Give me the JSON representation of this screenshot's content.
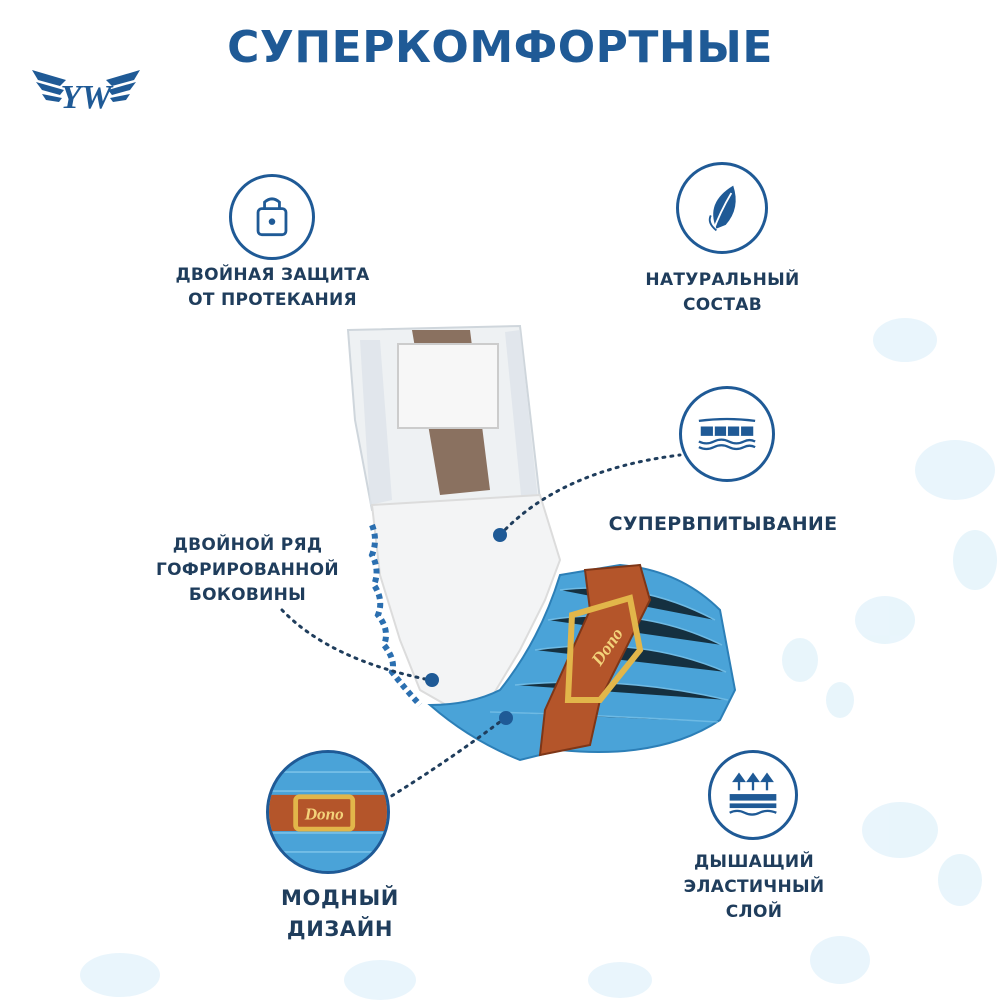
{
  "title": "СУПЕРКОМФОРТНЫЕ",
  "logo": {
    "text": "YW",
    "icon": "winged-logo-icon"
  },
  "features": {
    "leak": {
      "line1": "ДВОЙНАЯ ЗАЩИТА",
      "line2": "ОТ ПРОТЕКАНИЯ",
      "icon": "lock-icon"
    },
    "natural": {
      "line1": "НАТУРАЛЬНЫЙ",
      "line2": "СОСТАВ",
      "icon": "leaf-icon"
    },
    "absorb": {
      "line1": "СУПЕРВПИТЫВАНИЕ",
      "icon": "absorbent-layer-icon"
    },
    "ruffle": {
      "line1": "ДВОЙНОЙ РЯД",
      "line2": "ГОФРИРОВАННОЙ",
      "line3": "БОКОВИНЫ"
    },
    "design": {
      "line1": "МОДНЫЙ",
      "line2": "ДИЗАЙН",
      "thumb_text": "Dono"
    },
    "breath": {
      "line1": "ДЫШАЩИЙ",
      "line2": "ЭЛАСТИЧНЫЙ",
      "line3": "СЛОЙ",
      "icon": "breathable-layer-icon"
    }
  },
  "product": {
    "belt_text": "Dono"
  },
  "colors": {
    "primary": "#1f5a96",
    "text": "#1f3d5c",
    "denim": "#4aa3d8",
    "leather": "#b4552a",
    "buckle": "#e2b64a"
  }
}
